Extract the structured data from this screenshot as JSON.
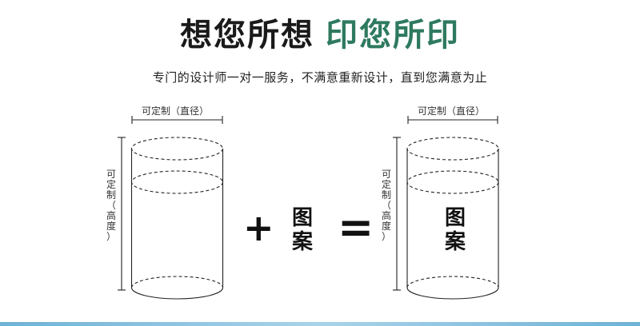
{
  "header": {
    "title_part1": "想您所想",
    "title_part2": "印您所印",
    "subtitle": "专门的设计师一对一服务，不满意重新设计，直到您满意为止"
  },
  "left_cylinder": {
    "width_label": "可定制（直径）",
    "height_label": [
      "可",
      "定",
      "制",
      "（",
      "高",
      "度",
      "）"
    ]
  },
  "right_cylinder": {
    "width_label": "可定制（直径）",
    "height_label": [
      "可",
      "定",
      "制",
      "（",
      "高",
      "度",
      "）"
    ],
    "pattern_label": [
      "图",
      "案"
    ]
  },
  "equation": {
    "plus": "+",
    "pattern_label": [
      "图",
      "案"
    ],
    "equals": "="
  },
  "colors": {
    "title_dark": "#1a1a1a",
    "title_green": "#2e7a5f",
    "bottom_bar": "#6fb2d6"
  }
}
